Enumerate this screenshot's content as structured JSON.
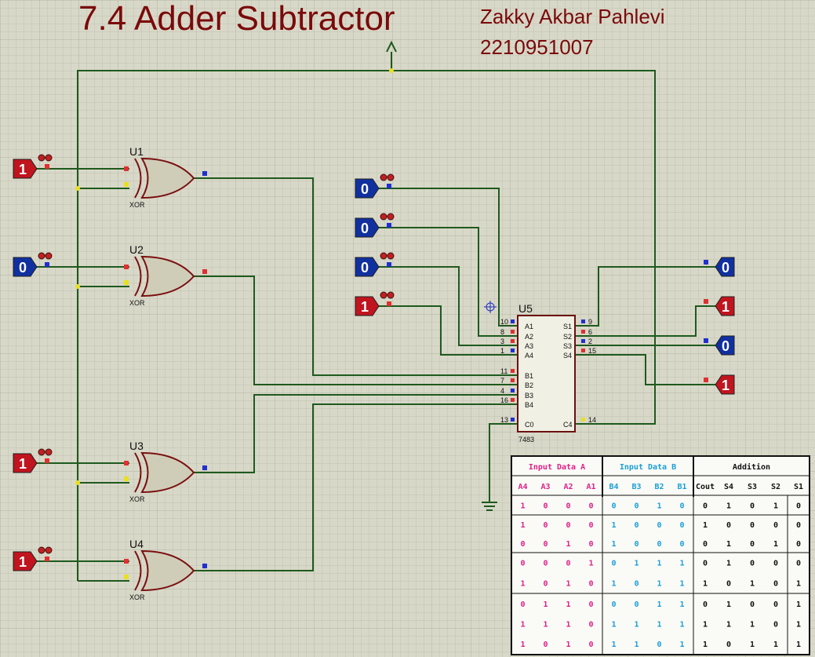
{
  "title": "7.4 Adder Subtractor",
  "author": {
    "name": "Zakky Akbar Pahlevi",
    "id": "2210951007"
  },
  "gates": [
    {
      "ref": "U1",
      "type": "XOR"
    },
    {
      "ref": "U2",
      "type": "XOR"
    },
    {
      "ref": "U3",
      "type": "XOR"
    },
    {
      "ref": "U4",
      "type": "XOR"
    }
  ],
  "left_inputs": [
    "1",
    "0",
    "1",
    "1"
  ],
  "mid_inputs": [
    "0",
    "0",
    "0",
    "1"
  ],
  "outputs": [
    "0",
    "1",
    "0",
    "1"
  ],
  "ic": {
    "ref": "U5",
    "part": "7483",
    "left_pins": [
      {
        "num": "10",
        "name": "A1"
      },
      {
        "num": "8",
        "name": "A2"
      },
      {
        "num": "3",
        "name": "A3"
      },
      {
        "num": "1",
        "name": "A4"
      },
      {
        "num": "11",
        "name": "B1"
      },
      {
        "num": "7",
        "name": "B2"
      },
      {
        "num": "4",
        "name": "B3"
      },
      {
        "num": "16",
        "name": "B4"
      },
      {
        "num": "13",
        "name": "C0"
      }
    ],
    "right_pins": [
      {
        "num": "9",
        "name": "S1"
      },
      {
        "num": "6",
        "name": "S2"
      },
      {
        "num": "2",
        "name": "S3"
      },
      {
        "num": "15",
        "name": "S4"
      },
      {
        "num": "14",
        "name": "C4"
      }
    ]
  },
  "truth_table": {
    "group_headers": [
      "Input Data A",
      "Input Data B",
      "Addition"
    ],
    "columns": [
      "A4",
      "A3",
      "A2",
      "A1",
      "B4",
      "B3",
      "B2",
      "B1",
      "Cout",
      "S4",
      "S3",
      "S2",
      "S1"
    ],
    "rows": [
      [
        "1",
        "0",
        "0",
        "0",
        "0",
        "0",
        "1",
        "0",
        "0",
        "1",
        "0",
        "1",
        "0"
      ],
      [
        "1",
        "0",
        "0",
        "0",
        "1",
        "0",
        "0",
        "0",
        "1",
        "0",
        "0",
        "0",
        "0"
      ],
      [
        "0",
        "0",
        "1",
        "0",
        "1",
        "0",
        "0",
        "0",
        "0",
        "1",
        "0",
        "1",
        "0"
      ],
      [
        "0",
        "0",
        "0",
        "1",
        "0",
        "1",
        "1",
        "1",
        "0",
        "1",
        "0",
        "0",
        "0"
      ],
      [
        "1",
        "0",
        "1",
        "0",
        "1",
        "0",
        "1",
        "1",
        "1",
        "0",
        "1",
        "0",
        "1"
      ],
      [
        "0",
        "1",
        "1",
        "0",
        "0",
        "0",
        "1",
        "1",
        "0",
        "1",
        "0",
        "0",
        "1"
      ],
      [
        "1",
        "1",
        "1",
        "0",
        "1",
        "1",
        "1",
        "1",
        "1",
        "1",
        "1",
        "0",
        "1"
      ],
      [
        "1",
        "0",
        "1",
        "0",
        "1",
        "1",
        "0",
        "1",
        "1",
        "0",
        "1",
        "1",
        "1"
      ]
    ]
  },
  "colors": {
    "one": "#c0141e",
    "zero": "#1030a0",
    "wire": "#1e5a1e",
    "title": "#7a0a0a"
  }
}
